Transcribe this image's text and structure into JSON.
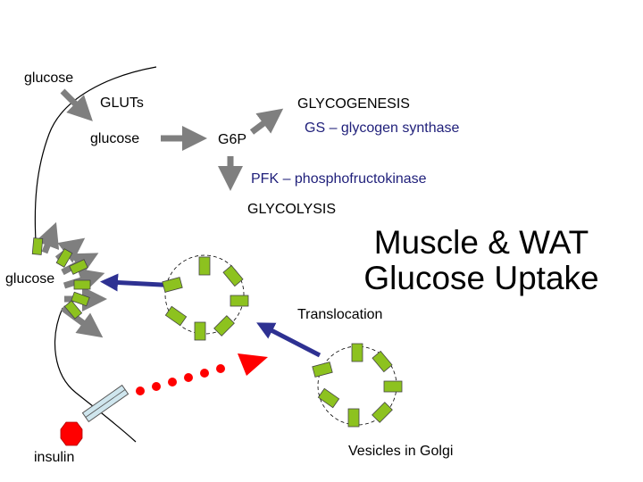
{
  "labels": {
    "glucose_outside": "glucose",
    "gluts": "GLUTs",
    "glucose_inside": "glucose",
    "g6p": "G6P",
    "glycogenesis": "GLYCOGENESIS",
    "gs": "GS – glycogen synthase",
    "pfk": "PFK – phosphofructokinase",
    "glycolysis": "GLYCOLYSIS",
    "glucose_left": "glucose",
    "translocation": "Translocation",
    "insulin": "insulin",
    "vesicles": "Vesicles in Golgi"
  },
  "title": {
    "line1": "Muscle & WAT",
    "line2": "Glucose Uptake"
  },
  "colors": {
    "transporter": "#8dc21f",
    "arrow_gray": "#7f7f7f",
    "arrow_navy": "#2e3192",
    "signal_red": "#ff0000",
    "receptor_fill": "#cfe6ee",
    "text_navy": "#1f1f7a"
  }
}
